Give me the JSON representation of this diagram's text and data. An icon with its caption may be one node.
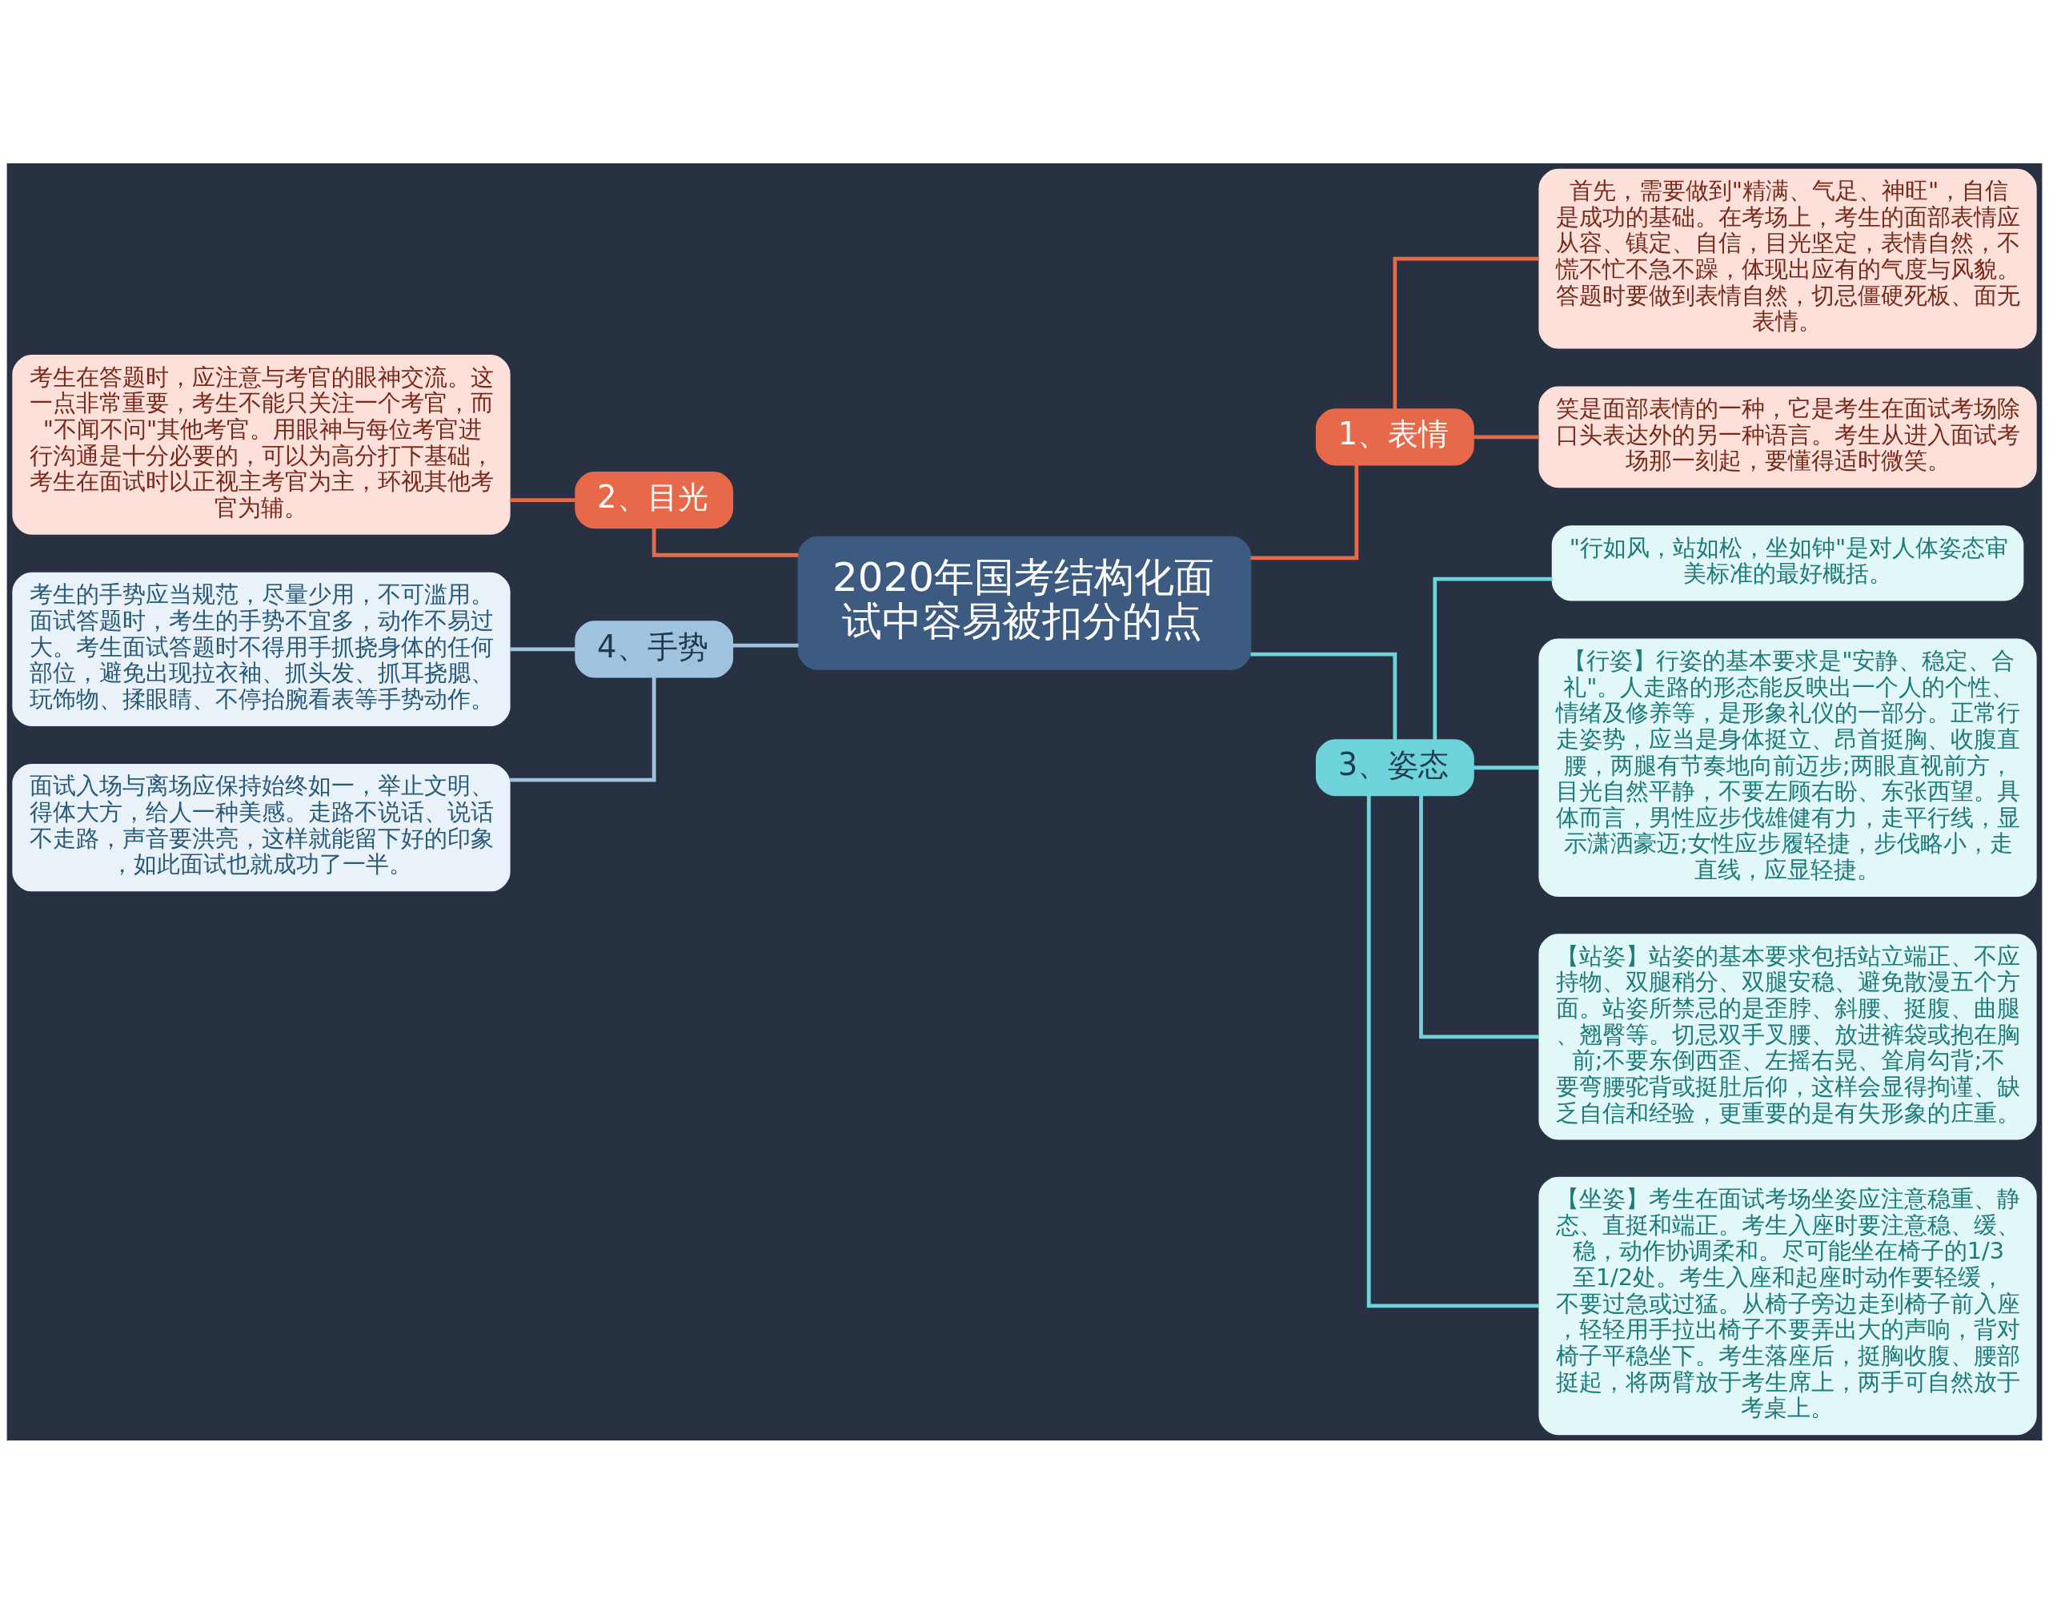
{
  "diagram": {
    "nodes": [
      {
        "text": [
          "2020年国考结构化面试中容易被扣分的点"
        ]
      },
      {
        "text": [
          "1、表情"
        ]
      },
      {
        "text": [
          "首先，需要做到\"精满、气足、神旺\"，自信是成功的基础。在考场上，考生的面部表情应从容、镇定、自信，目光坚定，表情自然，不慌不忙不急不躁，体现出应有的气度与风貌。答题时要做到表情自然，切忌僵硬死板、面无表情。"
        ]
      },
      {
        "text": [
          "笑是面部表情的一种，它是考生在面试考场除口头表达外的另一种语言。考生从进入面试考场那一刻起，要懂得适时微笑。"
        ]
      },
      {
        "text": [
          "2、目光"
        ]
      },
      {
        "text": [
          "考生在答题时，应注意与考官的眼神交流。这一点非常重要，考生不能只关注一个考官，而\"不闻不问\"其他考官。用眼神与每位考官进行沟通是十分必要的，可以为高分打下基础，考生在面试时以正视主考官为主，环视其他考官为辅。"
        ]
      },
      {
        "text": [
          "3、姿态"
        ]
      },
      {
        "text": [
          "\"行如风，站如松，坐如钟\"是对人体姿态审美标准的最好概括。"
        ]
      },
      {
        "text": [
          "【行姿】行姿的基本要求是\"安静、稳定、合礼\"。人走路的形态能反映出一个人的个性、情绪及修养等，是形象礼仪的一部分。正常行走姿势，应当是身体挺立、昂首挺胸、收腹直腰，两腿有节奏地向前迈步;两眼直视前方，目光自然平静，不要左顾右盼、东张西望。具体而言，男性应步伐雄健有力，走平行线，显示潇洒豪迈;女性应步履轻捷，步伐略小，走直线，应显轻捷。"
        ]
      },
      {
        "text": [
          "【站姿】站姿的基本要求包括站立端正、不应持物、双腿稍分、双腿安稳、避免散漫五个方面。站姿所禁忌的是歪脖、斜腰、挺腹、曲腿、翘臀等。切忌双手叉腰、放进裤袋或抱在胸前;不要东倒西歪、左摇右晃、耸肩勾背;不要弯腰驼背或挺肚后仰，这样会显得拘谨、缺乏自信和经验，更重要的是有失形象的庄重。"
        ]
      },
      {
        "text": [
          "【坐姿】考生在面试考场坐姿应注意稳重、静态、直挺和端正。考生入座时要注意稳、缓、稳，动作协调柔和。尽可能坐在椅子的1/3至1/2处。考生入座和起座时动作要轻缓，不要过急或过猛。从椅子旁边走到椅子前入座，轻轻用手拉出椅子不要弄出大的声响，背对椅子平稳坐下。考生落座后，挺胸收腹、腰部挺起，将两臂放于考生席上，两手可自然放于考桌上。"
        ]
      },
      {
        "text": [
          "4、手势"
        ]
      },
      {
        "text": [
          "考生的手势应当规范，尽量少用，不可滥用。面试答题时，考生的手势不宜多，动作不易过大。考生面试答题时不得用手抓挠身体的任何部位，避免出现拉衣袖、抓头发、抓耳挠腮、玩饰物、揉眼睛、不停抬腕看表等手势动作。"
        ]
      },
      {
        "text": [
          "面试入场与离场应保持始终如一，举止文明、得体大方，给人一种美感。走路不说话、说话不走路，声音要洪亮，这样就能留下好的印象，如此面试也就成功了一半。"
        ]
      }
    ],
    "edges": [
      {
        "from": 0,
        "to": 1,
        "arrow": "none",
        "color": "#e8694a"
      },
      {
        "from": 1,
        "to": 2,
        "arrow": "none",
        "color": "#e8694a"
      },
      {
        "from": 1,
        "to": 3,
        "arrow": "none",
        "color": "#e8694a"
      },
      {
        "from": 0,
        "to": 4,
        "arrow": "none",
        "color": "#e8694a"
      },
      {
        "from": 4,
        "to": 5,
        "arrow": "none",
        "color": "#e8694a"
      },
      {
        "from": 0,
        "to": 6,
        "arrow": "none",
        "color": "#6fd3dc"
      },
      {
        "from": 6,
        "to": 7,
        "arrow": "none",
        "color": "#6fd3dc"
      },
      {
        "from": 6,
        "to": 8,
        "arrow": "none",
        "color": "#6fd3dc"
      },
      {
        "from": 6,
        "to": 9,
        "arrow": "none",
        "color": "#6fd3dc"
      },
      {
        "from": 6,
        "to": 10,
        "arrow": "none",
        "color": "#6fd3dc"
      },
      {
        "from": 0,
        "to": 11,
        "arrow": "none",
        "color": "#9fc3de"
      },
      {
        "from": 11,
        "to": 12,
        "arrow": "none",
        "color": "#9fc3de"
      },
      {
        "from": 11,
        "to": 13,
        "arrow": "none",
        "color": "#9fc3de"
      }
    ]
  }
}
